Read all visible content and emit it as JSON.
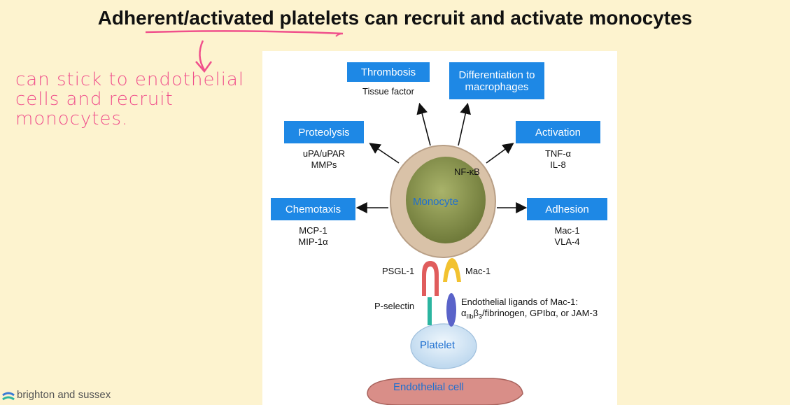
{
  "slide": {
    "title": "Adherent/activated platelets can recruit and activate monocytes",
    "handwritten_note": [
      "can stick to endothelial",
      "cells and recruit",
      "monocytes."
    ],
    "footer_logo_text": "brighton and sussex"
  },
  "diagram": {
    "boxes": {
      "thrombosis": "Thrombosis",
      "differentiation": "Differentiation to macrophages",
      "proteolysis": "Proteolysis",
      "activation": "Activation",
      "chemotaxis": "Chemotaxis",
      "adhesion": "Adhesion"
    },
    "details": {
      "thrombosis": "Tissue factor",
      "proteolysis": [
        "uPA/uPAR",
        "MMPs"
      ],
      "activation": [
        "TNF-α",
        "IL-8"
      ],
      "chemotaxis": [
        "MCP-1",
        "MIP-1α"
      ],
      "adhesion": [
        "Mac-1",
        "VLA-4"
      ]
    },
    "cells": {
      "monocyte": "Monocyte",
      "nfkb": "NF-κB",
      "platelet": "Platelet",
      "endothelial": "Endothelial cell"
    },
    "receptors": {
      "psgl1": "PSGL-1",
      "mac1": "Mac-1",
      "pselectin": "P-selectin",
      "ligands_line1": "Endothelial ligands of Mac-1:",
      "ligands_line2_prefix": "α",
      "ligands_line2_sub1": "IIb",
      "ligands_line2_mid": "β",
      "ligands_line2_sub2": "3",
      "ligands_line2_rest": "/fibrinogen, GPIbα, or JAM-3"
    }
  },
  "colors": {
    "slide_background": "#fdf3cf",
    "box_blue": "#1e88e5",
    "handwriting_pink": "#f0508c",
    "monocyte_core": "#8f9a4f",
    "monocyte_membrane": "#d9c2a8",
    "platelet": "#d7e9f7",
    "endothelial_cell": "#d98e88"
  }
}
